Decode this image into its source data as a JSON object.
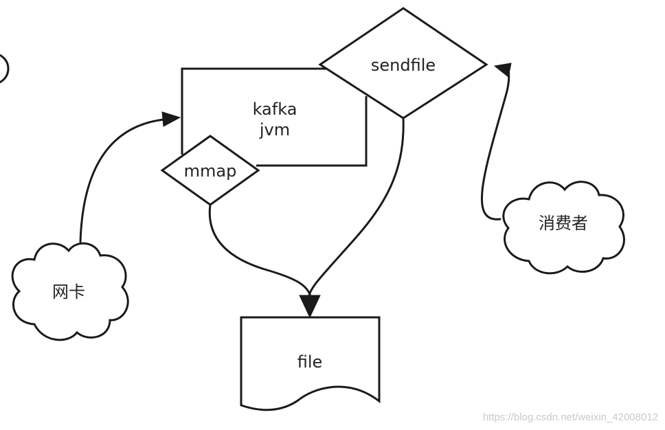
{
  "nodes": {
    "kafka_jvm": {
      "line1": "kafka",
      "line2": "jvm"
    },
    "sendfile": {
      "label": "sendfile"
    },
    "mmap": {
      "label": "mmap"
    },
    "file": {
      "label": "file"
    },
    "nic": {
      "label": "网卡"
    },
    "consumer": {
      "label": "消费者"
    }
  },
  "edges": [
    {
      "from": "网卡",
      "to": "kafka jvm"
    },
    {
      "from": "mmap",
      "to": "file"
    },
    {
      "from": "sendfile",
      "to": "file"
    },
    {
      "from": "消费者",
      "to": "sendfile"
    }
  ],
  "watermark": "https://blog.csdn.net/weixin_42008012",
  "colors": {
    "stroke": "#1a1a1a",
    "text": "#222222",
    "watermark": "#c9c9c9",
    "background": "#ffffff"
  }
}
